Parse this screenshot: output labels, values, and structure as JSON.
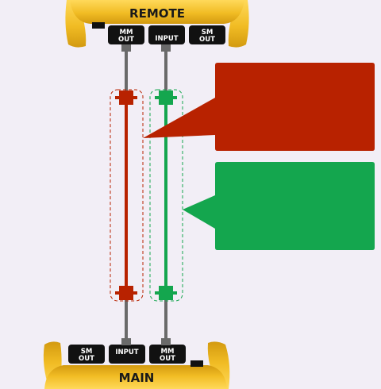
{
  "remote_unit": {
    "label": "REMOTE",
    "ports": [
      {
        "line1": "MM",
        "line2": "OUT"
      },
      {
        "line1": "INPUT",
        "line2": ""
      },
      {
        "line1": "SM",
        "line2": "OUT"
      }
    ]
  },
  "main_unit": {
    "label": "MAIN",
    "ports": [
      {
        "line1": "SM",
        "line2": "OUT"
      },
      {
        "line1": "INPUT",
        "line2": ""
      },
      {
        "line1": "MM",
        "line2": "OUT"
      }
    ]
  },
  "callouts": [
    {
      "color": "#b82200",
      "text": ""
    },
    {
      "color": "#14a64e",
      "text": ""
    }
  ],
  "colors": {
    "background": "#f2eef6",
    "unit_gold": "#f1bc24",
    "port_black": "#111111",
    "connector_gray": "#6a6a6a",
    "cable_red": "#b82200",
    "cable_green": "#14a64e"
  }
}
